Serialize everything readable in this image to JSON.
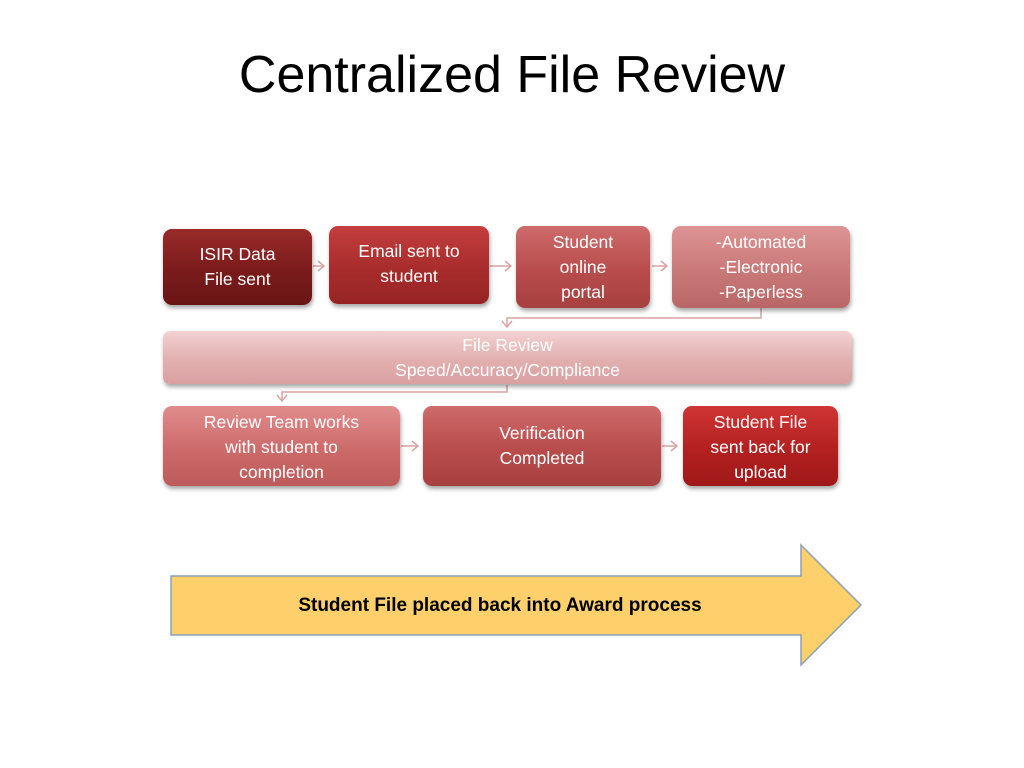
{
  "slide": {
    "title": "Centralized File Review"
  },
  "flow": {
    "row1": [
      {
        "label": "ISIR Data\nFile sent"
      },
      {
        "label": "Email sent to\nstudent"
      },
      {
        "label": "Student\nonline\nportal"
      },
      {
        "label": "-Automated\n-Electronic\n-Paperless"
      }
    ],
    "middle": {
      "label": "File Review\nSpeed/Accuracy/Compliance"
    },
    "row3": [
      {
        "label": "Review Team works\nwith student to\ncompletion"
      },
      {
        "label": "Verification\nCompleted"
      },
      {
        "label": "Student File\nsent back for\nupload"
      }
    ]
  },
  "banner": {
    "label": "Student File placed back into Award process",
    "fill_color": "#fdd06b",
    "stroke_color": "#8ca0b8"
  }
}
